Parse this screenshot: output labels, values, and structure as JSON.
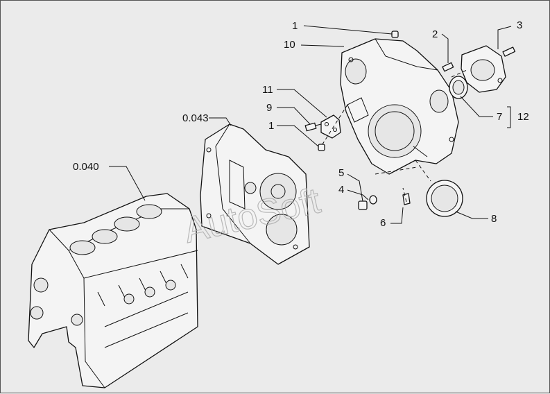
{
  "watermark": "AutoSoft",
  "callouts": {
    "c1_top": "1",
    "c2": "2",
    "c3": "3",
    "c10": "10",
    "c11": "11",
    "c9": "9",
    "c1_mid": "1",
    "c0043": "0.043",
    "c0040": "0.040",
    "c5": "5",
    "c4": "4",
    "c6": "6",
    "c7": "7",
    "c12": "12",
    "c8": "8"
  }
}
